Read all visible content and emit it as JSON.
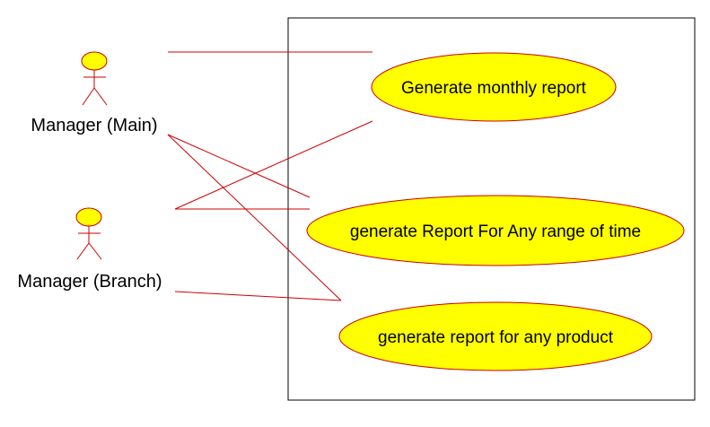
{
  "colors": {
    "line": "#cc0000",
    "usecase_fill": "#ffff00",
    "boundary": "#000000",
    "text": "#000000"
  },
  "actors": [
    {
      "id": "main",
      "label": "Manager (Main)"
    },
    {
      "id": "branch",
      "label": "Manager (Branch)"
    }
  ],
  "use_cases": [
    {
      "id": "monthly",
      "label": "Generate monthly report"
    },
    {
      "id": "range",
      "label": "generate Report For Any range of time"
    },
    {
      "id": "product",
      "label": "generate report for any product"
    }
  ],
  "associations": [
    {
      "actor": "main",
      "use_case": "monthly"
    },
    {
      "actor": "main",
      "use_case": "range"
    },
    {
      "actor": "main",
      "use_case": "product"
    },
    {
      "actor": "branch",
      "use_case": "monthly"
    },
    {
      "actor": "branch",
      "use_case": "range"
    },
    {
      "actor": "branch",
      "use_case": "product"
    }
  ]
}
